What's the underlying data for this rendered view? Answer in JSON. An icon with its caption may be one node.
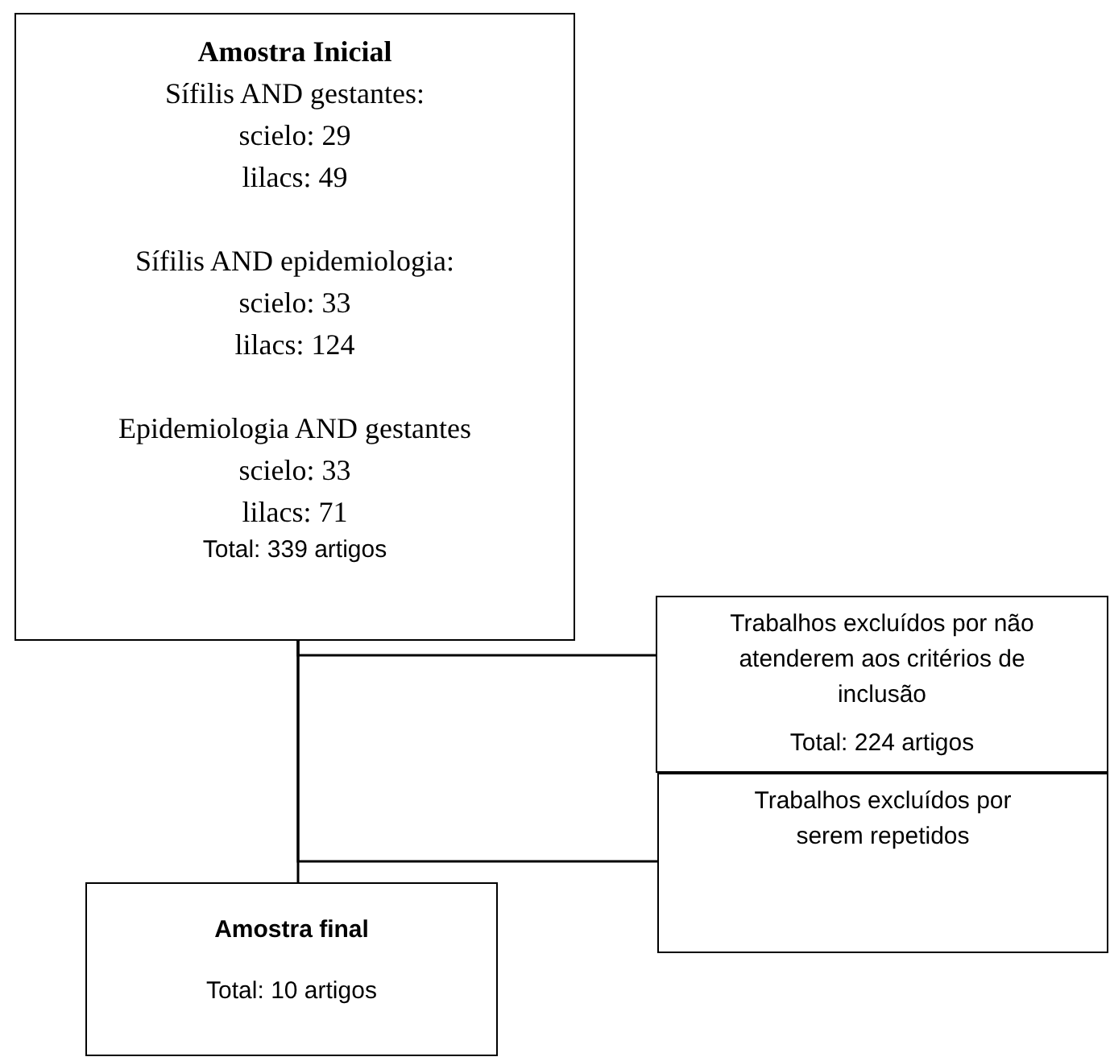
{
  "diagram": {
    "nodes": [
      {
        "text": [
          "Amostra Inicial",
          "Sífilis AND gestantes:",
          "scielo: 29",
          "lilacs: 49",
          "Sífilis AND epidemiologia:",
          "scielo: 33",
          "lilacs: 124",
          "Epidemiologia AND gestantes",
          "scielo: 33",
          "lilacs: 71",
          "Total: 339 artigos"
        ]
      },
      {
        "text": [
          "Trabalhos excluídos por não atenderem aos critérios de inclusão",
          "Total: 224 artigos"
        ]
      },
      {
        "text": [
          "Trabalhos excluídos por serem repetidos"
        ]
      },
      {
        "text": [
          "Amostra final",
          "Total: 10 artigos"
        ]
      }
    ],
    "edges": [
      {
        "from": 0,
        "to": 3,
        "arrow": "none"
      },
      {
        "from": 0,
        "to": 1,
        "arrow": "none"
      },
      {
        "from": 0,
        "to": 2,
        "arrow": "none"
      }
    ]
  }
}
